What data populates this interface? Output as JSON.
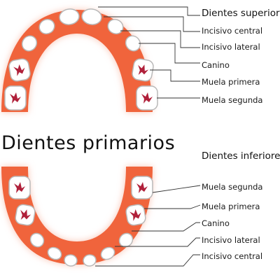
{
  "title": "Dientes primarios",
  "upper": {
    "header": "Dientes superiores",
    "labels": [
      "Incisivo central",
      "Incisivo lateral",
      "Canino",
      "Muela primera",
      "Muela segunda"
    ]
  },
  "lower": {
    "header": "Dientes inferiores",
    "labels": [
      "Muela segunda",
      "Muela primera",
      "Canino",
      "Incisivo lateral",
      "Incisivo central"
    ]
  },
  "colors": {
    "gum": "#f0643c",
    "gum_glow": "#f9c4b4",
    "tooth": "#ffffff",
    "tooth_edge": "#b9b9b9",
    "molar_groove": "#b0203a",
    "leader_line": "#333333"
  }
}
